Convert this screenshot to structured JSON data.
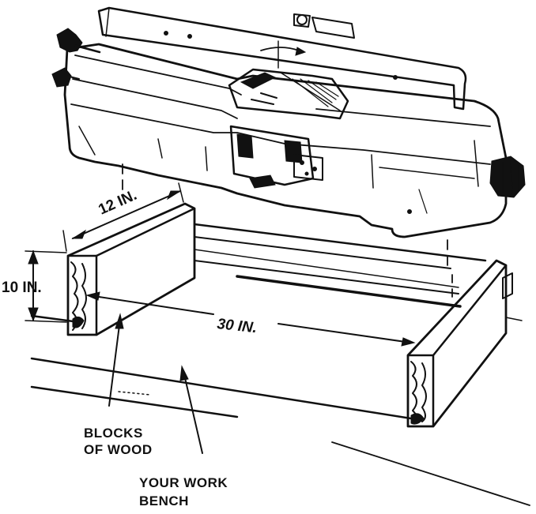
{
  "dimensions": {
    "width_label": "12 IN.",
    "height_label": "10 IN.",
    "spacing_label": "30 IN."
  },
  "callouts": {
    "blocks_line1": "BLOCKS",
    "blocks_line2": "OF WOOD",
    "bench_line1": "YOUR WORK",
    "bench_line2": "BENCH"
  }
}
